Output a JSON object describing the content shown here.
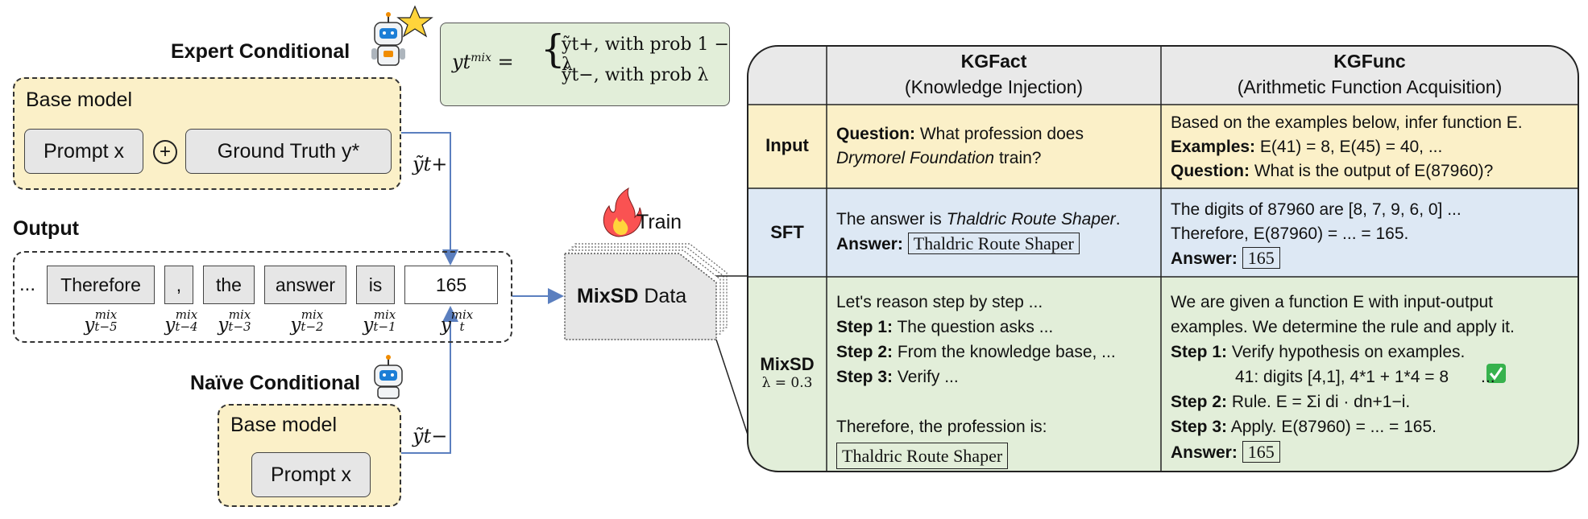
{
  "left": {
    "expert_title": "Expert Conditional",
    "expert_base": "Base model",
    "expert_prompt": "Prompt x",
    "plus": "+",
    "ground_truth": "Ground Truth y*",
    "y_plus": "ỹt+",
    "output_title": "Output",
    "ellipsis": "...",
    "tokens": [
      "Therefore",
      ",",
      "the",
      "answer",
      "is",
      "165"
    ],
    "subs": [
      "t−5",
      "t−4",
      "t−3",
      "t−2",
      "t−1",
      ""
    ],
    "sub_sup": "mix",
    "sub_base": "y",
    "naive_title": "Naïve Conditional",
    "naive_base": "Base model",
    "naive_prompt": "Prompt x",
    "y_minus": "ỹt−"
  },
  "formula": {
    "lhs": "yt",
    "lhs_sup": "mix",
    "eq": "=",
    "line1": "ỹt+, with prob 1 − λ",
    "line2": "ỹt−, with prob λ"
  },
  "train": {
    "label": "Train",
    "data_bold": "MixSD",
    "data_rest": "Data"
  },
  "table": {
    "col1_title": "KGFact",
    "col1_sub": "(Knowledge Injection)",
    "col2_title": "KGFunc",
    "col2_sub": "(Arithmetic Function Acquisition)",
    "row_input": "Input",
    "row_sft": "SFT",
    "row_mixsd": "MixSD",
    "row_mixsd_sub": "λ = 0.3",
    "input_fact_q_label": "Question:",
    "input_fact_q_text": "What profession does",
    "input_fact_q_ital": "Drymorel Foundation",
    "input_fact_q_end": "train?",
    "input_func_l1": "Based on the examples below, infer function E.",
    "input_func_ex_label": "Examples:",
    "input_func_ex_text": "E(41) = 8, E(45) = 40, ...",
    "input_func_q_label": "Question:",
    "input_func_q_text": "What is the output of E(87960)?",
    "sft_fact_l1": "The answer is",
    "sft_fact_l1_ital": "Thaldric Route Shaper",
    "sft_fact_l1_end": ".",
    "sft_fact_ans_label": "Answer:",
    "sft_fact_ans": "Thaldric Route Shaper",
    "sft_func_l1": "The digits of 87960 are [8, 7, 9, 6, 0] ...",
    "sft_func_l2": "Therefore, E(87960) = ... = 165.",
    "sft_func_ans_label": "Answer:",
    "sft_func_ans": "165",
    "mix_fact_l1": "Let's reason step by step ...",
    "mix_fact_s1_label": "Step 1:",
    "mix_fact_s1": "The question asks ...",
    "mix_fact_s2_label": "Step 2:",
    "mix_fact_s2": "From the knowledge base, ...",
    "mix_fact_s3_label": "Step 3:",
    "mix_fact_s3": "Verify ...",
    "mix_fact_l5": "Therefore, the profession is:",
    "mix_fact_ans": "Thaldric Route Shaper",
    "mix_func_l1": "We are given a function E with input-output",
    "mix_func_l2": "examples. We determine the rule and apply it.",
    "mix_func_s1_label": "Step 1:",
    "mix_func_s1": "Verify hypothesis on examples.",
    "mix_func_l4": "41: digits [4,1], 4*1 + 1*4 = 8",
    "mix_func_l4_end": "...",
    "mix_func_s2_label": "Step 2:",
    "mix_func_s2": "Rule. E = Σi di · dn+1−i.",
    "mix_func_s3_label": "Step 3:",
    "mix_func_s3": "Apply. E(87960) = ... = 165.",
    "mix_func_ans_label": "Answer:",
    "mix_func_ans": "165"
  },
  "colors": {
    "yellow": "#fbf0c8",
    "blue": "#dde8f4",
    "green": "#e2eed9",
    "header": "#e9e9e9",
    "arrow": "#5b7fbf"
  }
}
